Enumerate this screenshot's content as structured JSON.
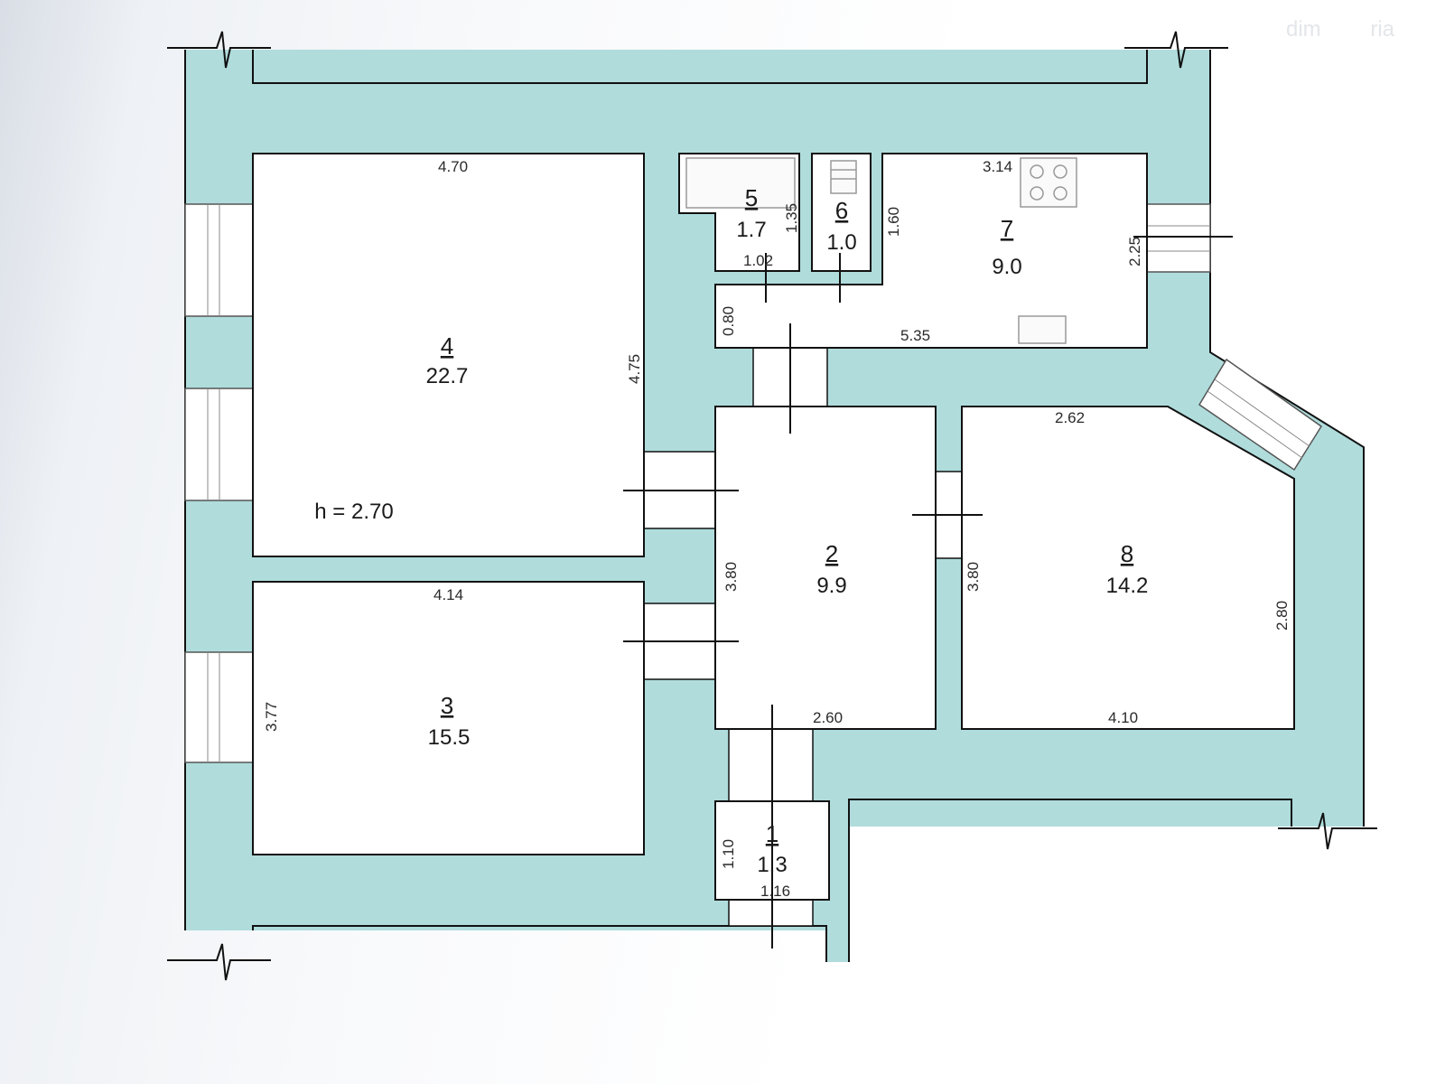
{
  "watermark": {
    "left": "dim",
    "right": "ria"
  },
  "height_label": "h = 2.70",
  "rooms": [
    {
      "number": "1",
      "area": "1.3"
    },
    {
      "number": "2",
      "area": "9.9"
    },
    {
      "number": "3",
      "area": "15.5"
    },
    {
      "number": "4",
      "area": "22.7"
    },
    {
      "number": "5",
      "area": "1.7"
    },
    {
      "number": "6",
      "area": "1.0"
    },
    {
      "number": "7",
      "area": "9.0"
    },
    {
      "number": "8",
      "area": "14.2"
    }
  ],
  "dimensions": {
    "r4_top": "4.70",
    "r4_right": "4.75",
    "r3_top": "4.14",
    "r3_left": "3.77",
    "r5_right": "1.35",
    "r5_bottom": "1.02",
    "r7_top": "3.14",
    "r7_left": "1.60",
    "r7_right": "2.25",
    "corridor_left": "0.80",
    "corridor_bottom": "5.35",
    "r2_left": "3.80",
    "r2_bottom": "2.60",
    "r8_top": "2.62",
    "r8_left": "3.80",
    "r8_right": "2.80",
    "r8_bottom": "4.10",
    "r1_left": "1.10",
    "r1_bottom": "1.16"
  },
  "colors": {
    "wall": "#b0dcdc",
    "room": "#ffffff",
    "line": "#111111"
  }
}
